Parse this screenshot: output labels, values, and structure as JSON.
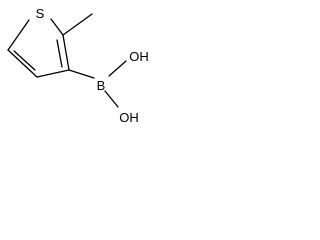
{
  "molecule": {
    "atoms": {
      "sulfur": "S",
      "boron": "B",
      "hydroxyl_top": "OH",
      "hydroxyl_bottom": "OH"
    }
  }
}
